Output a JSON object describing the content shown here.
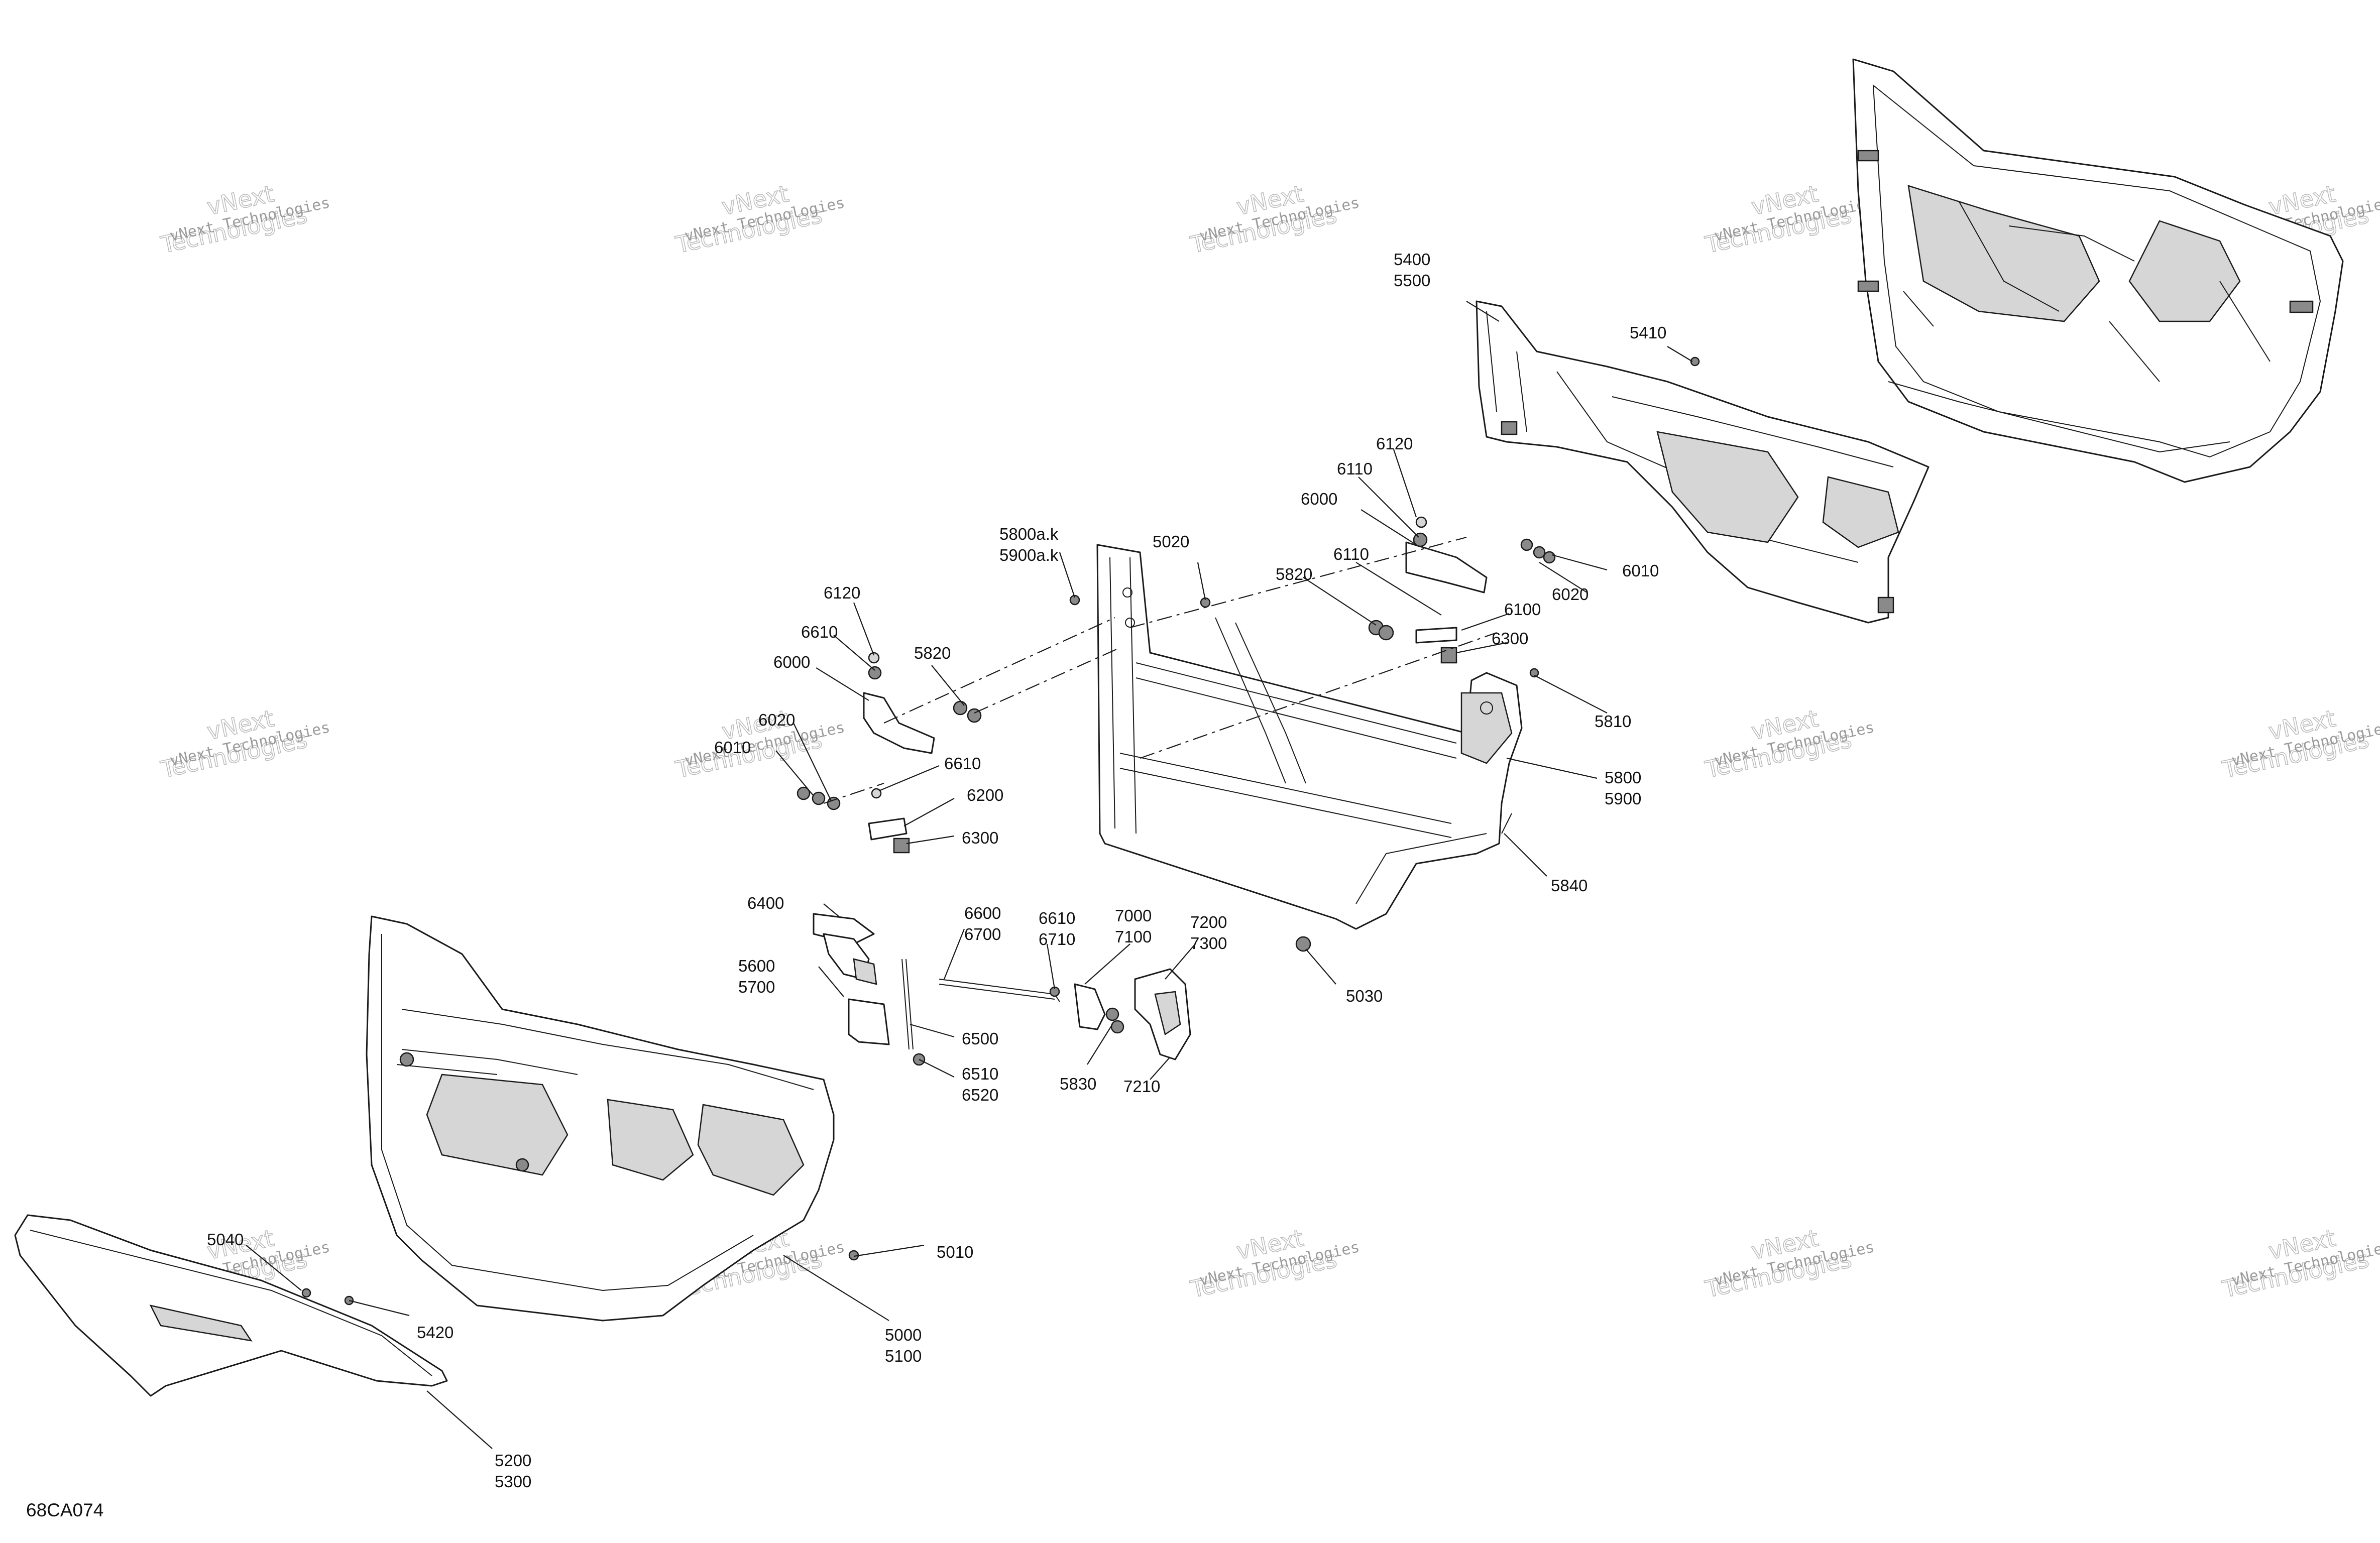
{
  "diagram_ref": "68CA074",
  "watermark": {
    "line1": "vNext Technologies",
    "line2": "vNext",
    "line3": "Technologies"
  },
  "part_labels": {
    "p5400_5500": [
      "5400",
      "5500"
    ],
    "p5410": [
      "5410"
    ],
    "p6120_r": [
      "6120"
    ],
    "p6110_r1": [
      "6110"
    ],
    "p6000_r": [
      "6000"
    ],
    "p6110_r2": [
      "6110"
    ],
    "p6010_r": [
      "6010"
    ],
    "p6020_r": [
      "6020"
    ],
    "p5820_r": [
      "5820"
    ],
    "p6100": [
      "6100"
    ],
    "p6300_r": [
      "6300"
    ],
    "p5810": [
      "5810"
    ],
    "p5800_5900": [
      "5800",
      "5900"
    ],
    "p5840": [
      "5840"
    ],
    "p5030": [
      "5030"
    ],
    "p5800ak": [
      "5800a.k",
      "5900a.k"
    ],
    "p5020": [
      "5020"
    ],
    "p6120_l": [
      "6120"
    ],
    "p6610_l1": [
      "6610"
    ],
    "p6000_l": [
      "6000"
    ],
    "p5820_l": [
      "5820"
    ],
    "p6020_l": [
      "6020"
    ],
    "p6010_l": [
      "6010"
    ],
    "p6610_l2": [
      "6610"
    ],
    "p6200": [
      "6200"
    ],
    "p6300_l": [
      "6300"
    ],
    "p6400": [
      "6400"
    ],
    "p5600_5700": [
      "5600",
      "5700"
    ],
    "p6600_6700": [
      "6600",
      "6700"
    ],
    "p6610_6710": [
      "6610",
      "6710"
    ],
    "p7000_7100": [
      "7000",
      "7100"
    ],
    "p7200_7300": [
      "7200",
      "7300"
    ],
    "p6500": [
      "6500"
    ],
    "p6510_6520": [
      "6510",
      "6520"
    ],
    "p5830": [
      "5830"
    ],
    "p7210": [
      "7210"
    ],
    "p5010": [
      "5010"
    ],
    "p5000_5100": [
      "5000",
      "5100"
    ],
    "p5040": [
      "5040"
    ],
    "p5420": [
      "5420"
    ],
    "p5200_5300": [
      "5200",
      "5300"
    ]
  }
}
